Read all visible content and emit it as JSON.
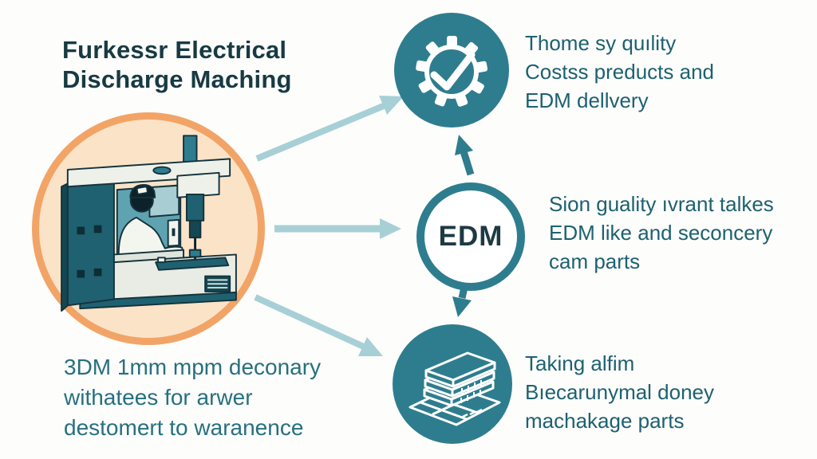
{
  "title": {
    "line1": "Furkessr Electrical",
    "line2": "Discharge Maching"
  },
  "diagram": {
    "center_label": "EDM",
    "items": [
      {
        "icon": "gear-check",
        "line1": "Thome sy quılity",
        "line2": "Costss preducts and",
        "line3": "EDM dellvery"
      },
      {
        "icon": "edm-node",
        "line1": "Sion guality ıvrant talkes",
        "line2": "EDM like and seconcery",
        "line3": "cam parts"
      },
      {
        "icon": "stacked-sheets",
        "line1": "Taking alfim",
        "line2": "Bıecarunymal doney",
        "line3": "machakage parts"
      }
    ],
    "caption": {
      "line1": "3DM 1mm mpm deconary",
      "line2": "withatees for arwer",
      "line3": "destomert to waranence"
    }
  },
  "colors": {
    "teal": "#2e7d8e",
    "teal_dark": "#1f6170",
    "title_text": "#173a43",
    "body_text": "#1d6170",
    "arrow_light": "#a7d0d6",
    "orange_ring": "#f2a467",
    "orange_fill": "#fbe3c8",
    "background": "#fdfdfb"
  }
}
